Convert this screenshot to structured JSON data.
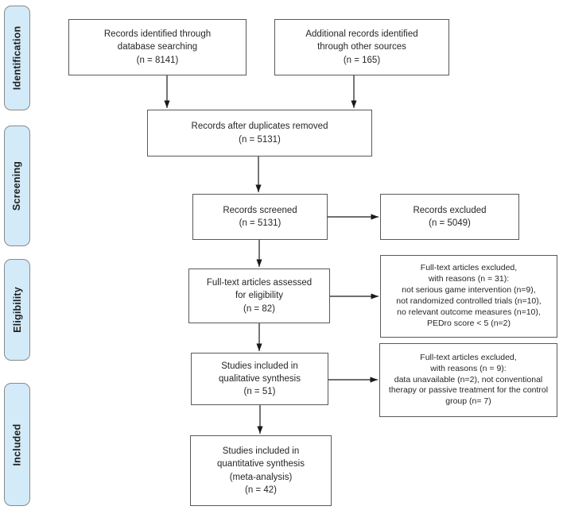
{
  "colors": {
    "stage_fill": "#d3eaf8",
    "stage_border": "#8a8a8a",
    "box_border": "#595959",
    "arrow": "#1a1a1a",
    "text": "#262626"
  },
  "stages": [
    {
      "label": "Identification"
    },
    {
      "label": "Screening"
    },
    {
      "label": "Eligibility"
    },
    {
      "label": "Included"
    }
  ],
  "boxes": {
    "identified_db": "Records identified through\ndatabase searching\n(n = 8141)",
    "identified_other": "Additional records identified\nthrough other sources\n(n = 165)",
    "after_duplicates": "Records after duplicates removed\n(n = 5131)",
    "screened": "Records screened\n(n = 5131)",
    "excluded": "Records excluded\n(n = 5049)",
    "fulltext_assessed": "Full-text articles assessed\nfor eligibility\n(n = 82)",
    "fulltext_excluded_reasons_31": "Full-text articles excluded,\nwith reasons (n = 31):\nnot serious game intervention (n=9),\nnot randomized controlled trials (n=10),\nno relevant outcome measures (n=10),\nPEDro score < 5 (n=2)",
    "qualitative_synthesis": "Studies included in\nqualitative synthesis\n(n = 51)",
    "fulltext_excluded_reasons_9": "Full-text articles excluded,\nwith reasons (n = 9):\ndata unavailable (n=2), not conventional\ntherapy or passive treatment for the control\ngroup (n= 7)",
    "quantitative_synthesis": "Studies included in\nquantitative synthesis\n(meta-analysis)\n(n = 42)"
  }
}
